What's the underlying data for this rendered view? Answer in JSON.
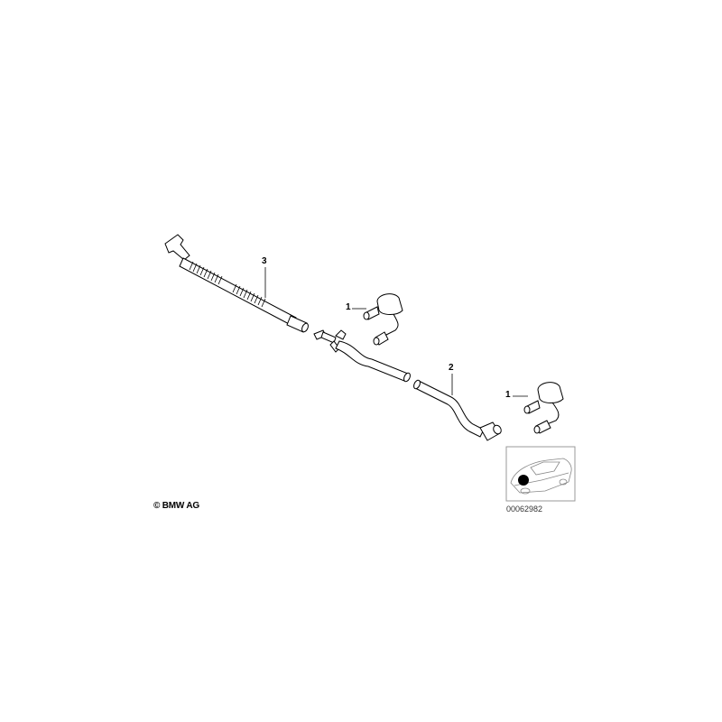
{
  "callouts": {
    "part_3": "3",
    "part_2": "2",
    "part_1_upper": "1",
    "part_1_lower": "1"
  },
  "footer": {
    "copyright": "© BMW AG",
    "diagram_number": "00062982"
  },
  "colors": {
    "line": "#000000",
    "part_fill": "#ffffff",
    "thumbnail_border": "#999999",
    "location_dot": "#000000"
  }
}
